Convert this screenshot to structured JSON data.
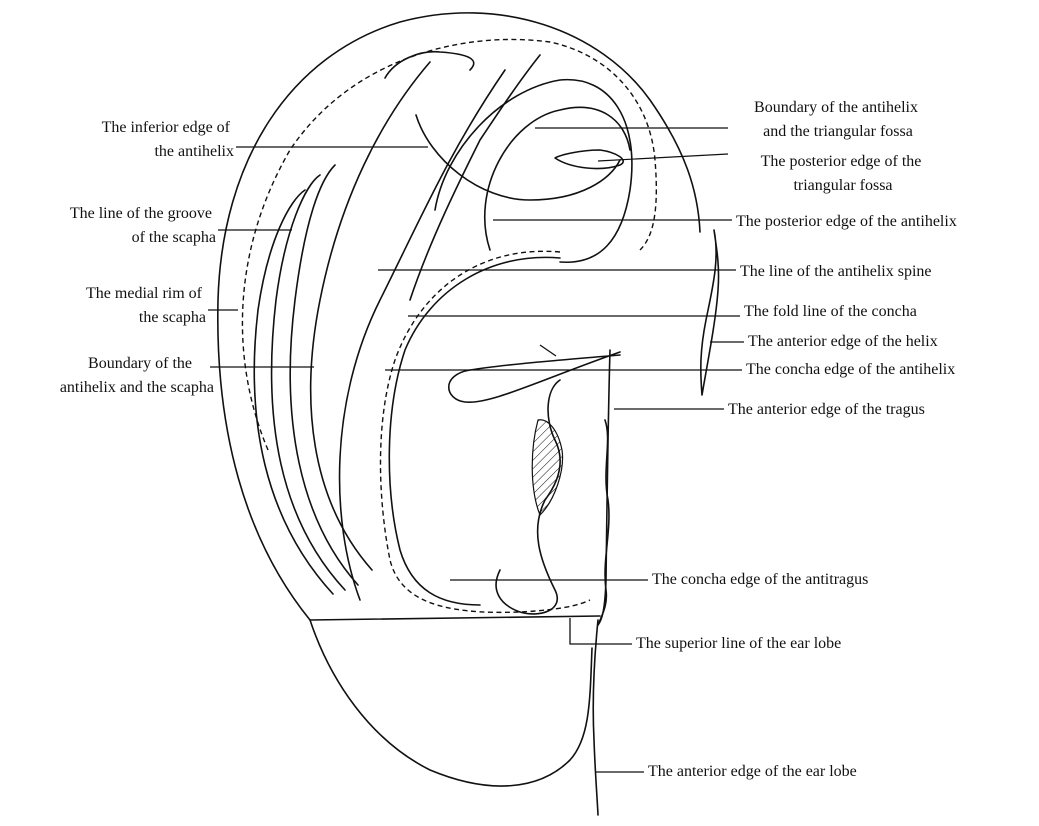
{
  "labels": {
    "inferior_edge_antihelix": [
      "The inferior edge of",
      "the antihelix"
    ],
    "groove_scapha": [
      "The line of the groove",
      "of the scapha"
    ],
    "medial_rim_scapha": [
      "The medial rim of",
      "the scapha"
    ],
    "boundary_antihelix_scapha": [
      "Boundary of the",
      "antihelix and the scapha"
    ],
    "boundary_antihelix_triangular": [
      "Boundary of the antihelix",
      "and the triangular fossa"
    ],
    "posterior_edge_triangular": [
      "The posterior edge of the",
      "triangular fossa"
    ],
    "posterior_edge_antihelix": "The posterior edge of the antihelix",
    "antihelix_spine": "The line of the antihelix spine",
    "fold_line_concha": "The fold line of the concha",
    "anterior_edge_helix": "The anterior edge of the helix",
    "concha_edge_antihelix": "The concha edge of the antihelix",
    "anterior_edge_tragus": "The anterior edge of the tragus",
    "concha_edge_antitragus": "The concha edge of the antitragus",
    "superior_line_ear_lobe": "The superior line of the ear lobe",
    "anterior_edge_ear_lobe": "The anterior edge of the ear lobe"
  }
}
